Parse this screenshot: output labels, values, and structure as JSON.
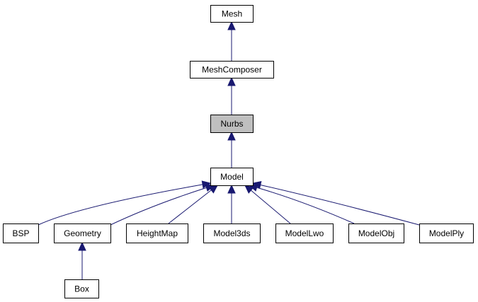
{
  "diagram": {
    "nodes": [
      {
        "id": "mesh",
        "label": "Mesh"
      },
      {
        "id": "meshcomposer",
        "label": "MeshComposer"
      },
      {
        "id": "nurbs",
        "label": "Nurbs",
        "highlight": true
      },
      {
        "id": "model",
        "label": "Model"
      },
      {
        "id": "bsp",
        "label": "BSP"
      },
      {
        "id": "geometry",
        "label": "Geometry"
      },
      {
        "id": "heightmap",
        "label": "HeightMap"
      },
      {
        "id": "model3ds",
        "label": "Model3ds"
      },
      {
        "id": "modellwo",
        "label": "ModelLwo"
      },
      {
        "id": "modelobj",
        "label": "ModelObj"
      },
      {
        "id": "modelply",
        "label": "ModelPly"
      },
      {
        "id": "box",
        "label": "Box"
      }
    ],
    "edges": [
      {
        "from": "meshcomposer",
        "to": "mesh"
      },
      {
        "from": "nurbs",
        "to": "meshcomposer"
      },
      {
        "from": "model",
        "to": "nurbs"
      },
      {
        "from": "bsp",
        "to": "model"
      },
      {
        "from": "geometry",
        "to": "model"
      },
      {
        "from": "heightmap",
        "to": "model"
      },
      {
        "from": "model3ds",
        "to": "model"
      },
      {
        "from": "modellwo",
        "to": "model"
      },
      {
        "from": "modelobj",
        "to": "model"
      },
      {
        "from": "modelply",
        "to": "model"
      },
      {
        "from": "box",
        "to": "geometry"
      }
    ],
    "colors": {
      "edge": "#191970",
      "highlight_fill": "#bfbfbf",
      "node_fill": "#ffffff",
      "node_stroke": "#000000"
    }
  }
}
